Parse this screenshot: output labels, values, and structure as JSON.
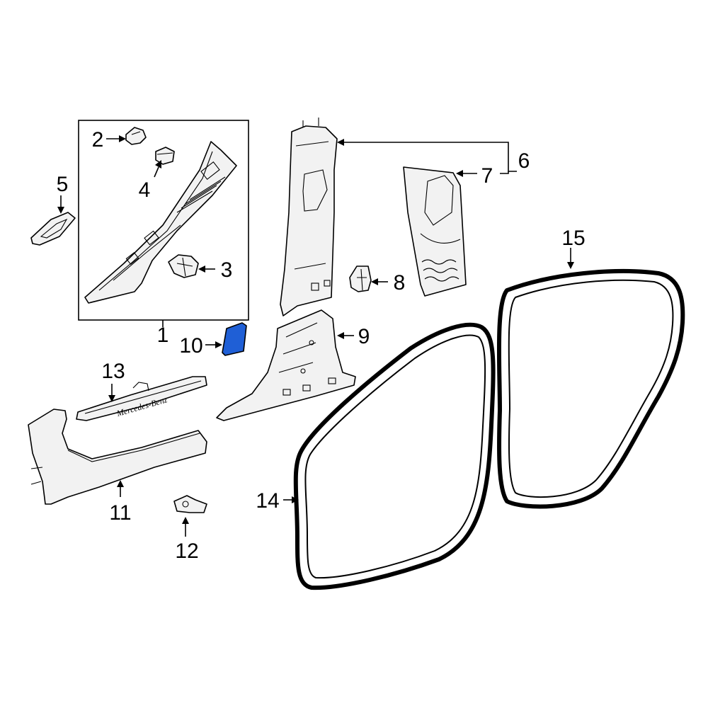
{
  "callouts": {
    "c1": "1",
    "c2": "2",
    "c3": "3",
    "c4": "4",
    "c5": "5",
    "c6": "6",
    "c7": "7",
    "c8": "8",
    "c9": "9",
    "c10": "10",
    "c11": "11",
    "c12": "12",
    "c13": "13",
    "c14": "14",
    "c15": "15"
  },
  "sill_plate_text": "Mercedes-Benz",
  "highlighted_part": "10",
  "colors": {
    "highlight": "#1f5fd6",
    "line": "#000000",
    "fill": "#f2f2f2"
  }
}
